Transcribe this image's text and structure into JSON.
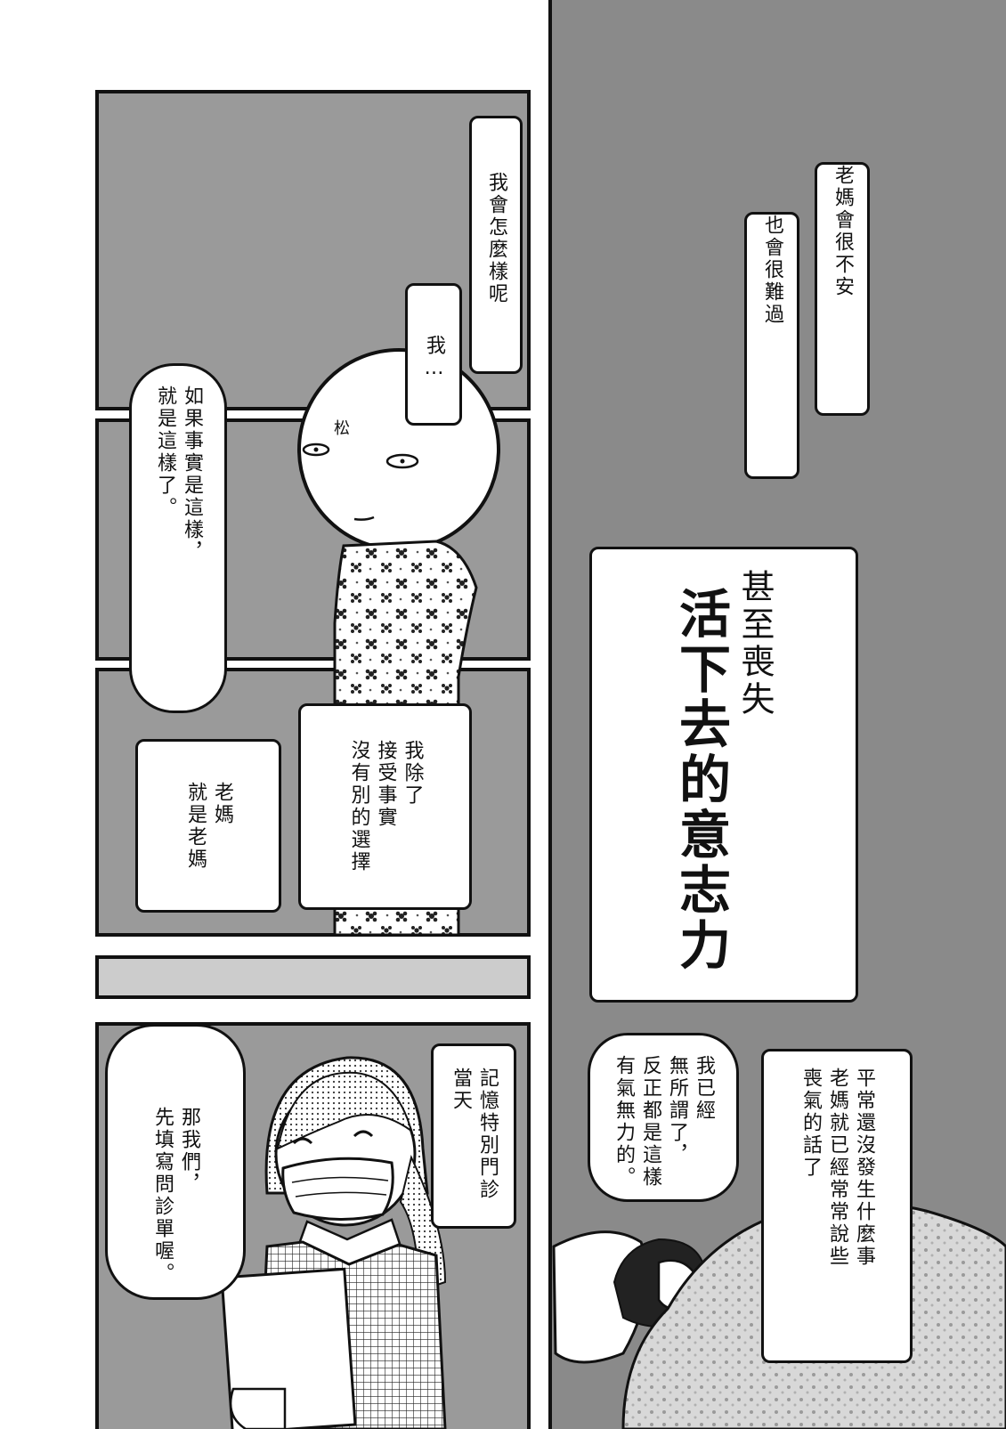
{
  "right_panel": {
    "caption_anxious": "老媽會很不安",
    "caption_sad": "也會很難過",
    "title_line1": "甚至喪失",
    "title_line2": "活下去的意志力",
    "caption_usual": [
      "平常還沒發生什麼事",
      "老媽就已經常常說些",
      "喪氣的話了"
    ],
    "mom_speech": [
      "我已經",
      "無所謂了，",
      "反正都是這樣",
      "有氣無力的。"
    ]
  },
  "left_panel": {
    "caption_what_happens": "我會怎麼樣呢",
    "caption_me": "我…",
    "speech_if_true": [
      "如果事實是這樣，",
      "就是這樣了。"
    ],
    "caption_accept": [
      "我除了",
      "接受事實",
      "沒有別的選擇"
    ],
    "caption_mom": [
      "老媽",
      "就是老媽"
    ],
    "caption_clinic": [
      "記憶特別門診",
      "當天"
    ],
    "speech_nurse": [
      "那我們，",
      "先填寫問診單喔。"
    ],
    "sfx_relieved": "松"
  },
  "colors": {
    "panel_gray": "#9a9a9a",
    "right_bg": "#8a8a8a",
    "ink": "#111111",
    "paper": "#ffffff"
  }
}
